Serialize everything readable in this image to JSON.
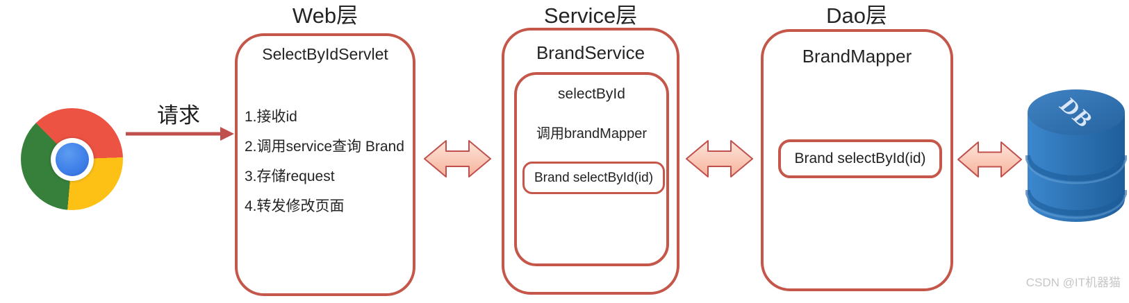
{
  "client": {
    "icon": "chrome-browser-icon",
    "request_label": "请求"
  },
  "web_layer": {
    "title": "Web层",
    "box_title": "SelectByIdServlet",
    "steps": [
      "1.接收id",
      "2.调用service查询 Brand",
      "3.存储request",
      "4.转发修改页面"
    ]
  },
  "service_layer": {
    "title": "Service层",
    "box_title": "BrandService",
    "inner_box": {
      "title": "selectById",
      "note": "调用brandMapper",
      "method": "Brand selectById(id)"
    }
  },
  "dao_layer": {
    "title": "Dao层",
    "box_title": "BrandMapper",
    "method": "Brand selectById(id)"
  },
  "database": {
    "icon": "db-cylinder-icon",
    "label": "DB"
  },
  "watermark": "CSDN @IT机器猫",
  "colors": {
    "box_border": "#C4574A",
    "arrow_fill_top": "#FEE5DA",
    "arrow_fill_bottom": "#F6B29B",
    "arrow_border": "#C0504D",
    "request_arrow": "#C0504D",
    "db_body_blue": "#2E74B5",
    "chrome_red": "#ED5342",
    "chrome_green": "#37803B",
    "chrome_yellow": "#FDC116",
    "chrome_blue": "#3D7EE8",
    "text": "#242424",
    "watermark_gray": "#C6C6C6"
  }
}
